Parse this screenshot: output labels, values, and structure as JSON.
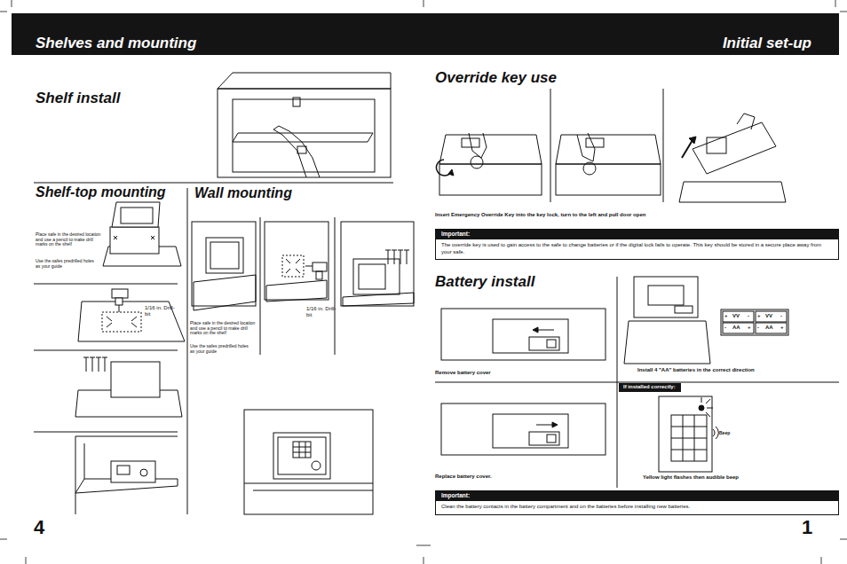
{
  "diagram": {
    "nodes": [
      {
        "text": [
          "Shelves and mounting",
          "Initial set-up"
        ]
      },
      {
        "text": [
          "Important:",
          "The override key is used to gain access to the safe to change batteries or if the digital lock fails to operate. This key should be stored in a secure place away from your safe."
        ]
      },
      {
        "text": [
          "If installed correctly:"
        ]
      },
      {
        "text": [
          "Important:",
          "Clean the battery contacts in the battery compartment and on the batteries before installing new batteries."
        ]
      }
    ],
    "labels": [
      "Shelf install",
      "Shelf-top mounting",
      "Wall mounting",
      "Place safe in the desired location and use a pencil to make drill marks on the shelf",
      "Use the safes predrilled holes as your guide",
      "1/16 in. Drill-bit",
      "Place safe in the desired location and use a pencil to make drill marks on the shelf",
      "Use the safes predrilled holes as your guide",
      "1/16 in. Drill-bit",
      "Override key use",
      "Insert Emergency Override Key into the key lock, turn to the left and pull door open",
      "Battery install",
      "Remove battery cover",
      "Install 4 \"AA\" batteries in the correct direction",
      "Replace battery cover.",
      "Yellow light flashes then audible beep",
      "Beep",
      "4",
      "1",
      "+",
      "VV",
      "-",
      "+",
      "VV",
      "-",
      "-",
      "AA",
      "+",
      "-",
      "AA",
      "+"
    ]
  }
}
